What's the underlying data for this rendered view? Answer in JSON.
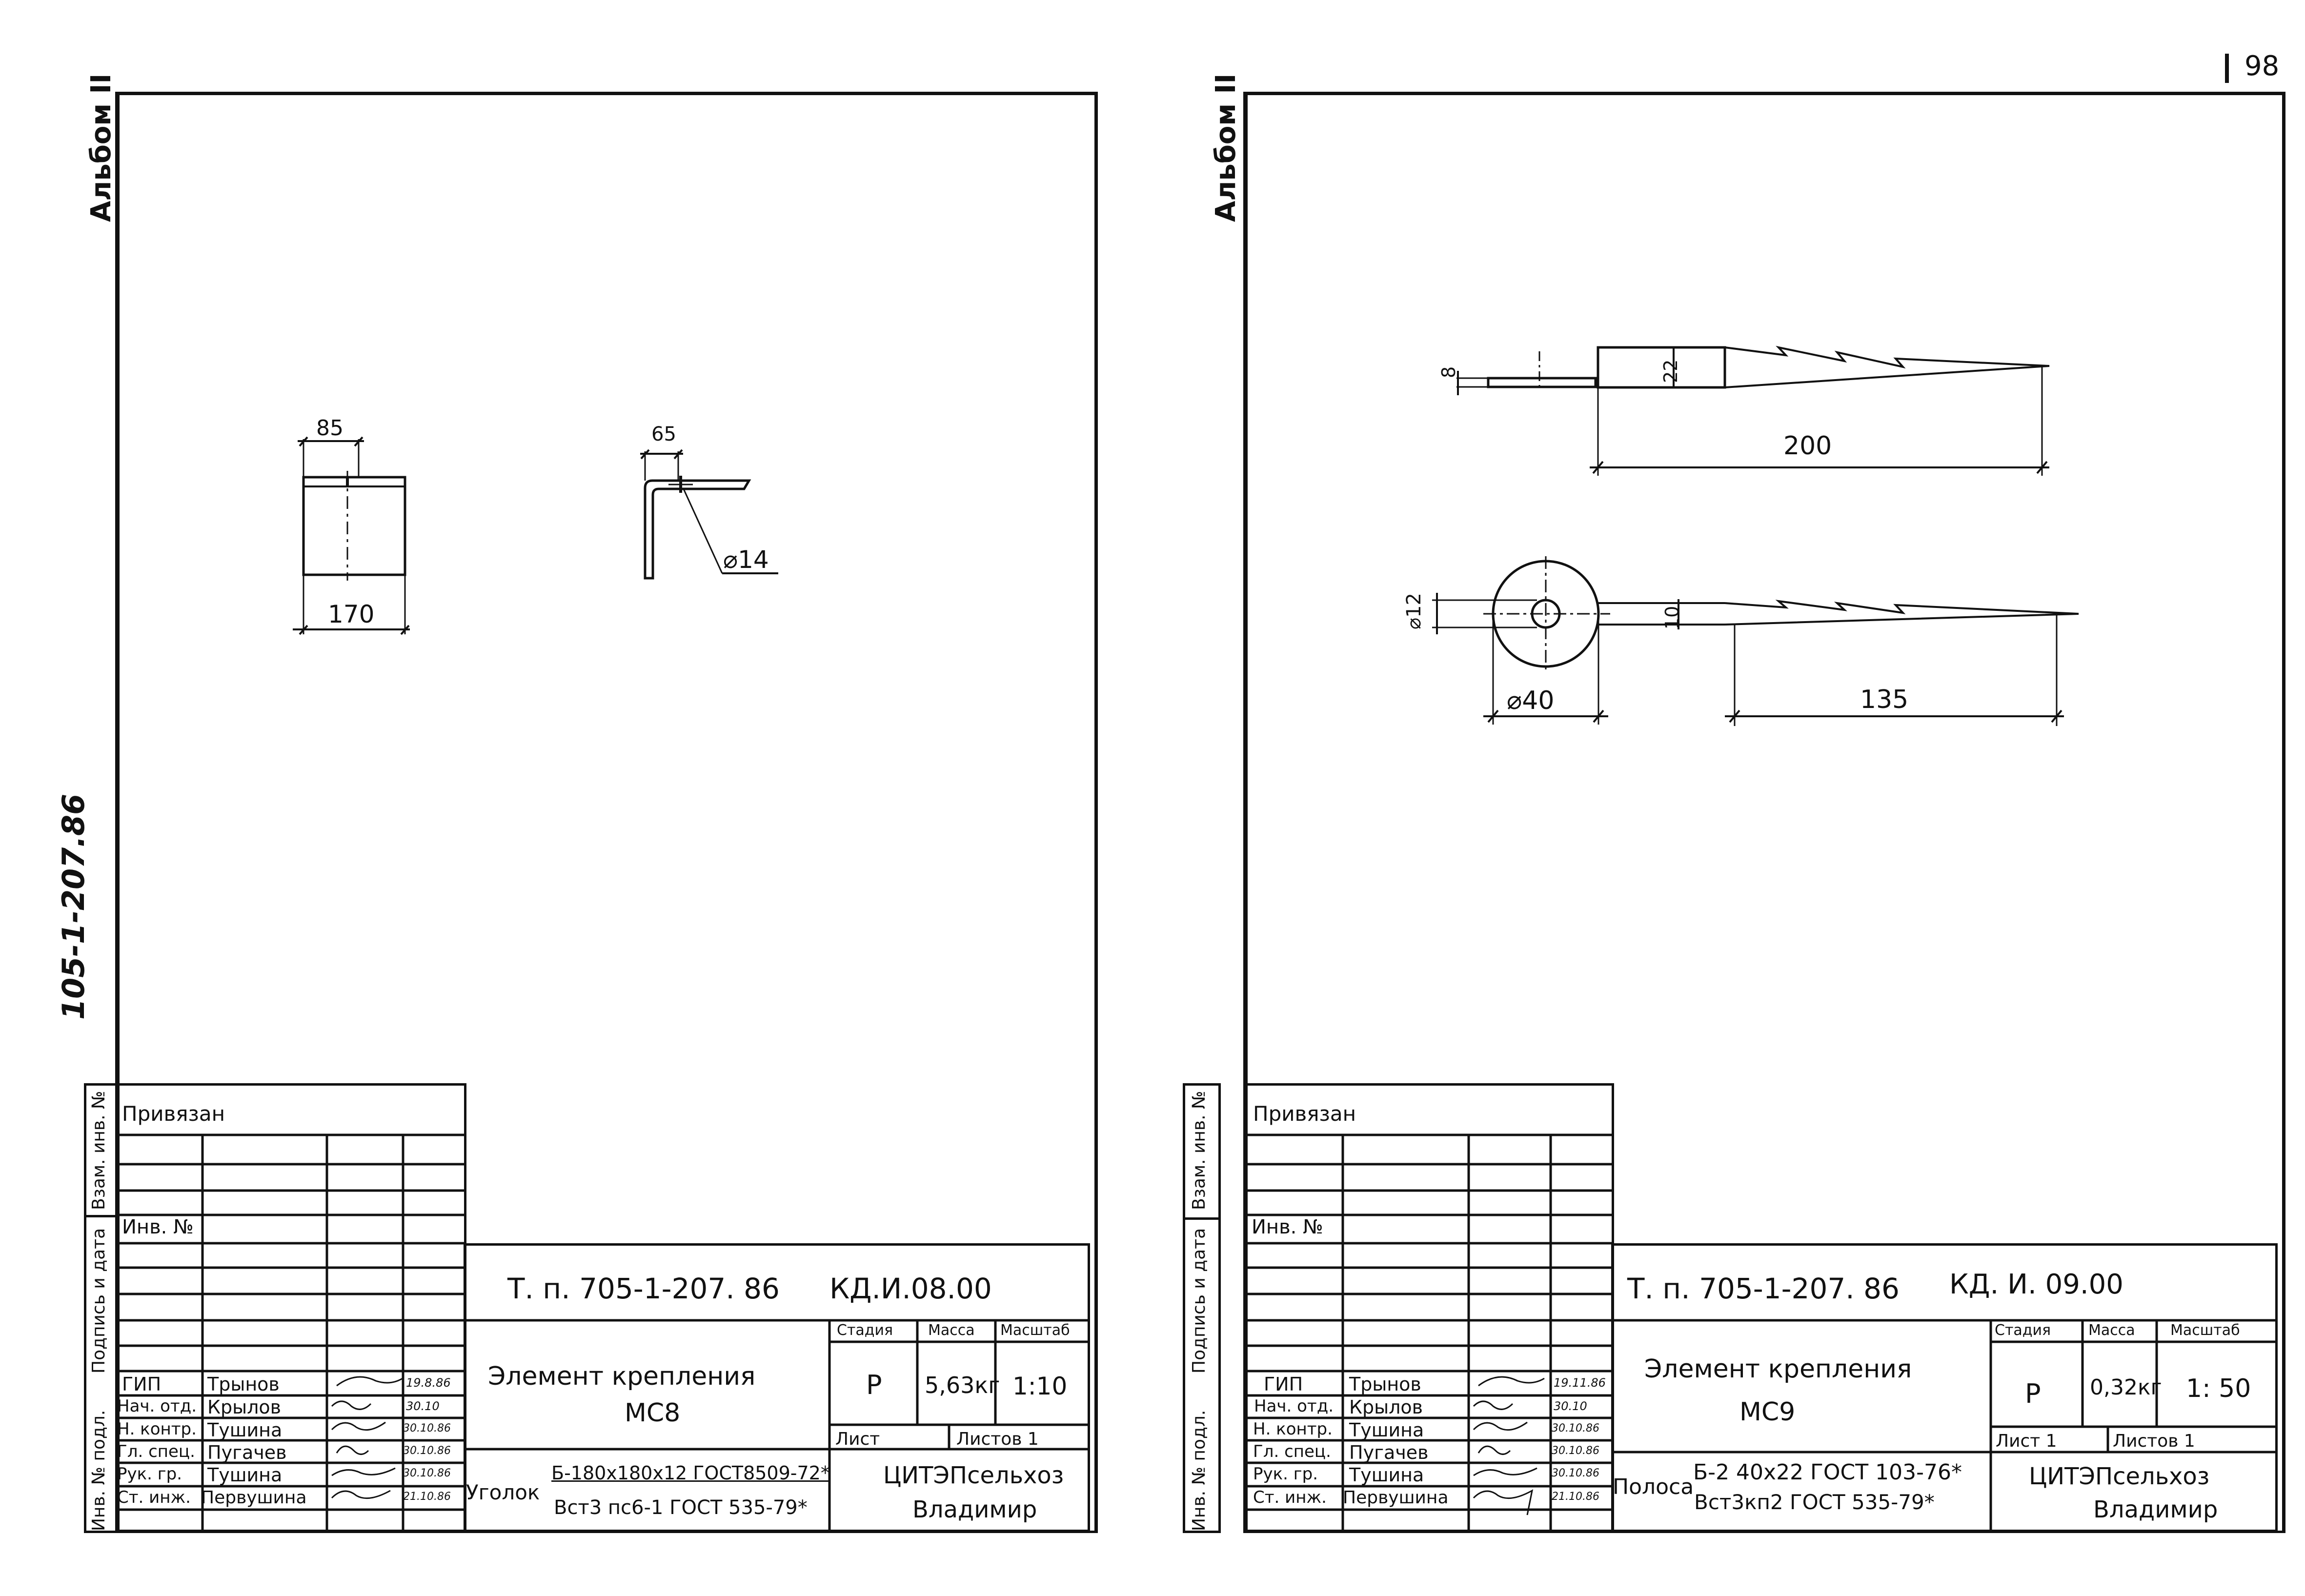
{
  "page_number": "98",
  "left_margin_note": "105-1-207.86",
  "sheets": [
    {
      "album_label": "Альбом II",
      "side_stamp": [
        "Инв. № подл.",
        "Подпись и дата",
        "Взам. инв. №"
      ],
      "binding": {
        "label": "Привязан",
        "inv_label": "Инв. №"
      },
      "drawing": {
        "dims": [
          "85",
          "170",
          "65",
          "⌀14"
        ]
      },
      "title_block": {
        "project": "Т. п. 705-1-207. 86",
        "code": "КД.И.08.00",
        "title_line1": "Элемент крепления",
        "title_line2": "МС8",
        "stage_header": "Стадия",
        "mass_header": "Масса",
        "scale_header": "Масштаб",
        "stage": "Р",
        "mass": "5,63кг",
        "scale": "1:10",
        "sheet_label": "Лист",
        "sheets_label": "Листов 1",
        "material_prefix": "Уголок",
        "material_top": "Б-180x180x12 ГОСТ8509-72*",
        "material_bottom": "Вст3 пс6-1 ГОСТ 535-79*",
        "org_line1": "ЦИТЭПсельхоз",
        "org_line2": "Владимир",
        "staff": [
          {
            "role": "ГИП",
            "name": "Трынов",
            "date": "19.8.86"
          },
          {
            "role": "Нач. отд.",
            "name": "Крылов",
            "date": "30.10"
          },
          {
            "role": "Н. контр.",
            "name": "Тушина",
            "date": "30.10.86"
          },
          {
            "role": "Гл. спец.",
            "name": "Пугачев",
            "date": "30.10.86"
          },
          {
            "role": "Рук. гр.",
            "name": "Тушина",
            "date": "30.10.86"
          },
          {
            "role": "Ст. инж.",
            "name": "Первушина",
            "date": "21.10.86"
          }
        ]
      }
    },
    {
      "album_label": "Альбом II",
      "side_stamp": [
        "Инв. № подл.",
        "Подпись и дата",
        "Взам. инв. №"
      ],
      "binding": {
        "label": "Привязан",
        "inv_label": "Инв. №"
      },
      "drawing": {
        "dims": [
          "8",
          "22",
          "200",
          "⌀12",
          "10",
          "⌀40",
          "135"
        ]
      },
      "title_block": {
        "project": "Т. п. 705-1-207. 86",
        "code": "КД. И. 09.00",
        "title_line1": "Элемент крепления",
        "title_line2": "МС9",
        "stage_header": "Стадия",
        "mass_header": "Масса",
        "scale_header": "Масштаб",
        "stage": "Р",
        "mass": "0,32кг",
        "scale": "1: 50",
        "sheet_label": "Лист 1",
        "sheets_label": "Листов 1",
        "material_prefix": "Полоса",
        "material_top": "Б-2 40x22 ГОСТ 103-76*",
        "material_bottom": "Вст3кп2 ГОСТ 535-79*",
        "org_line1": "ЦИТЭПсельхоз",
        "org_line2": "Владимир",
        "staff": [
          {
            "role": "ГИП",
            "name": "Трынов",
            "date": "19.11.86"
          },
          {
            "role": "Нач. отд.",
            "name": "Крылов",
            "date": "30.10"
          },
          {
            "role": "Н. контр.",
            "name": "Тушина",
            "date": "30.10.86"
          },
          {
            "role": "Гл. спец.",
            "name": "Пугачев",
            "date": "30.10.86"
          },
          {
            "role": "Рук. гр.",
            "name": "Тушина",
            "date": "30.10.86"
          },
          {
            "role": "Ст. инж.",
            "name": "Первушина",
            "date": "21.10.86"
          }
        ]
      }
    }
  ]
}
